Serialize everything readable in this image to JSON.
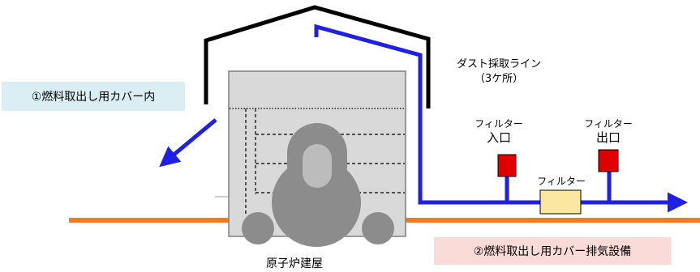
{
  "labels": {
    "cover_inner": "①燃料取出し用カバー内",
    "cover_exhaust": "②燃料取出し用カバー排気設備",
    "reactor_building": "原子炉建屋",
    "dust_sampling_line": "ダスト採取ライン",
    "dust_sampling_count": "（3ケ所）",
    "filter_inlet_top": "フィルター",
    "filter_inlet_bottom": "入口",
    "filter_outlet_top": "フィルター",
    "filter_outlet_bottom": "出口",
    "filter_unit": "フィルター"
  },
  "colors": {
    "cover_outline": "#000000",
    "duct": "#1f1fe6",
    "ground_line": "#f47a20",
    "building_fill": "#d9d9d9",
    "building_stroke": "#7f7f7f",
    "reactor_fill": "#8c8c8c",
    "sampling_point": "#e00000",
    "filter_unit": "#fbe6a2",
    "cover_inner_bg": "#dbeef4",
    "cover_exhaust_bg": "#fadbd8"
  }
}
